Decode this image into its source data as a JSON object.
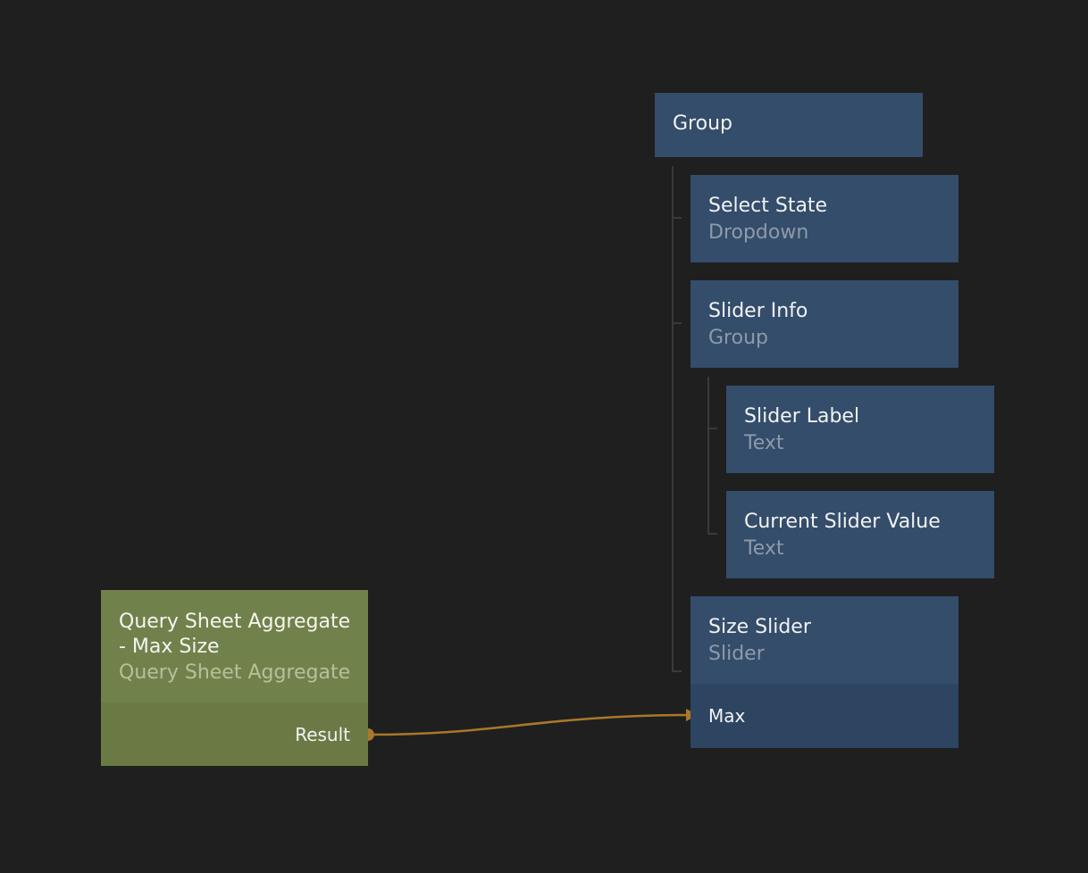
{
  "colors": {
    "background": "#1f1f1f",
    "visual_node": "#334d6b",
    "visual_port_row": "#2e4562",
    "data_node": "#71814b",
    "data_port_row": "#6b7a45",
    "connection": "#a9782a",
    "tree_line": "#3a3a3a"
  },
  "nodes": {
    "group": {
      "title": "Group"
    },
    "select_state": {
      "title": "Select State",
      "type": "Dropdown"
    },
    "slider_info": {
      "title": "Slider Info",
      "type": "Group"
    },
    "slider_label": {
      "title": "Slider Label",
      "type": "Text"
    },
    "current_slider_value": {
      "title": "Current Slider Value",
      "type": "Text"
    },
    "size_slider": {
      "title": "Size Slider",
      "type": "Slider",
      "port": "Max"
    },
    "query": {
      "title": "Query Sheet Aggregate - Max Size",
      "type": "Query Sheet Aggregate",
      "port": "Result"
    }
  },
  "connections": [
    {
      "from": "query.Result",
      "to": "size_slider.Max"
    }
  ]
}
